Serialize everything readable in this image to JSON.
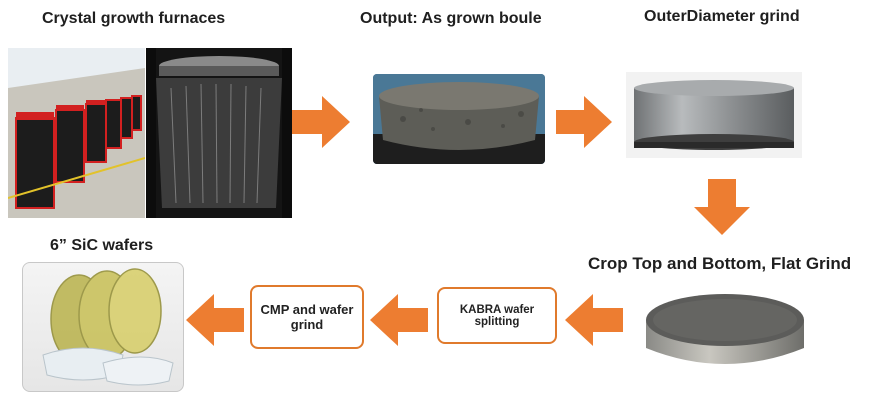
{
  "steps": {
    "furnaces": "Crystal growth furnaces",
    "output": "Output: As grown boule",
    "od_grind": "OuterDiameter grind",
    "crop": "Crop Top and Bottom, Flat Grind",
    "kabra": "KABRA wafer splitting",
    "cmp": "CMP and wafer grind",
    "wafers": "6” SiC wafers"
  },
  "colors": {
    "arrow": "#ed7d31",
    "box_border": "#e07a2c"
  },
  "icons": [
    "arrow-right-icon",
    "arrow-down-icon",
    "arrow-left-icon"
  ]
}
